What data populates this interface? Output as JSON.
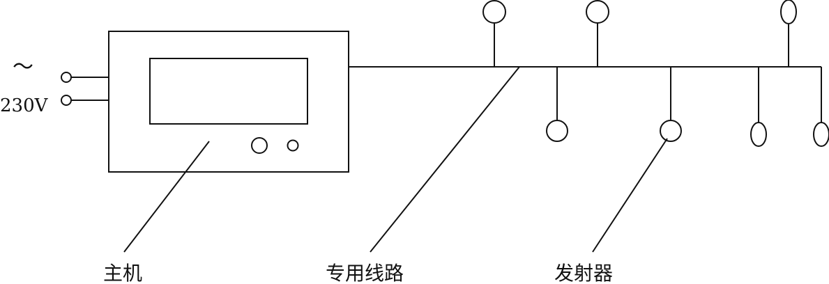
{
  "power": {
    "symbol": "～",
    "voltage": "230V"
  },
  "labels": {
    "host": "主机",
    "line": "专用线路",
    "transmitter": "发射器"
  },
  "colors": {
    "stroke": "#111111",
    "background": "#ffffff"
  }
}
